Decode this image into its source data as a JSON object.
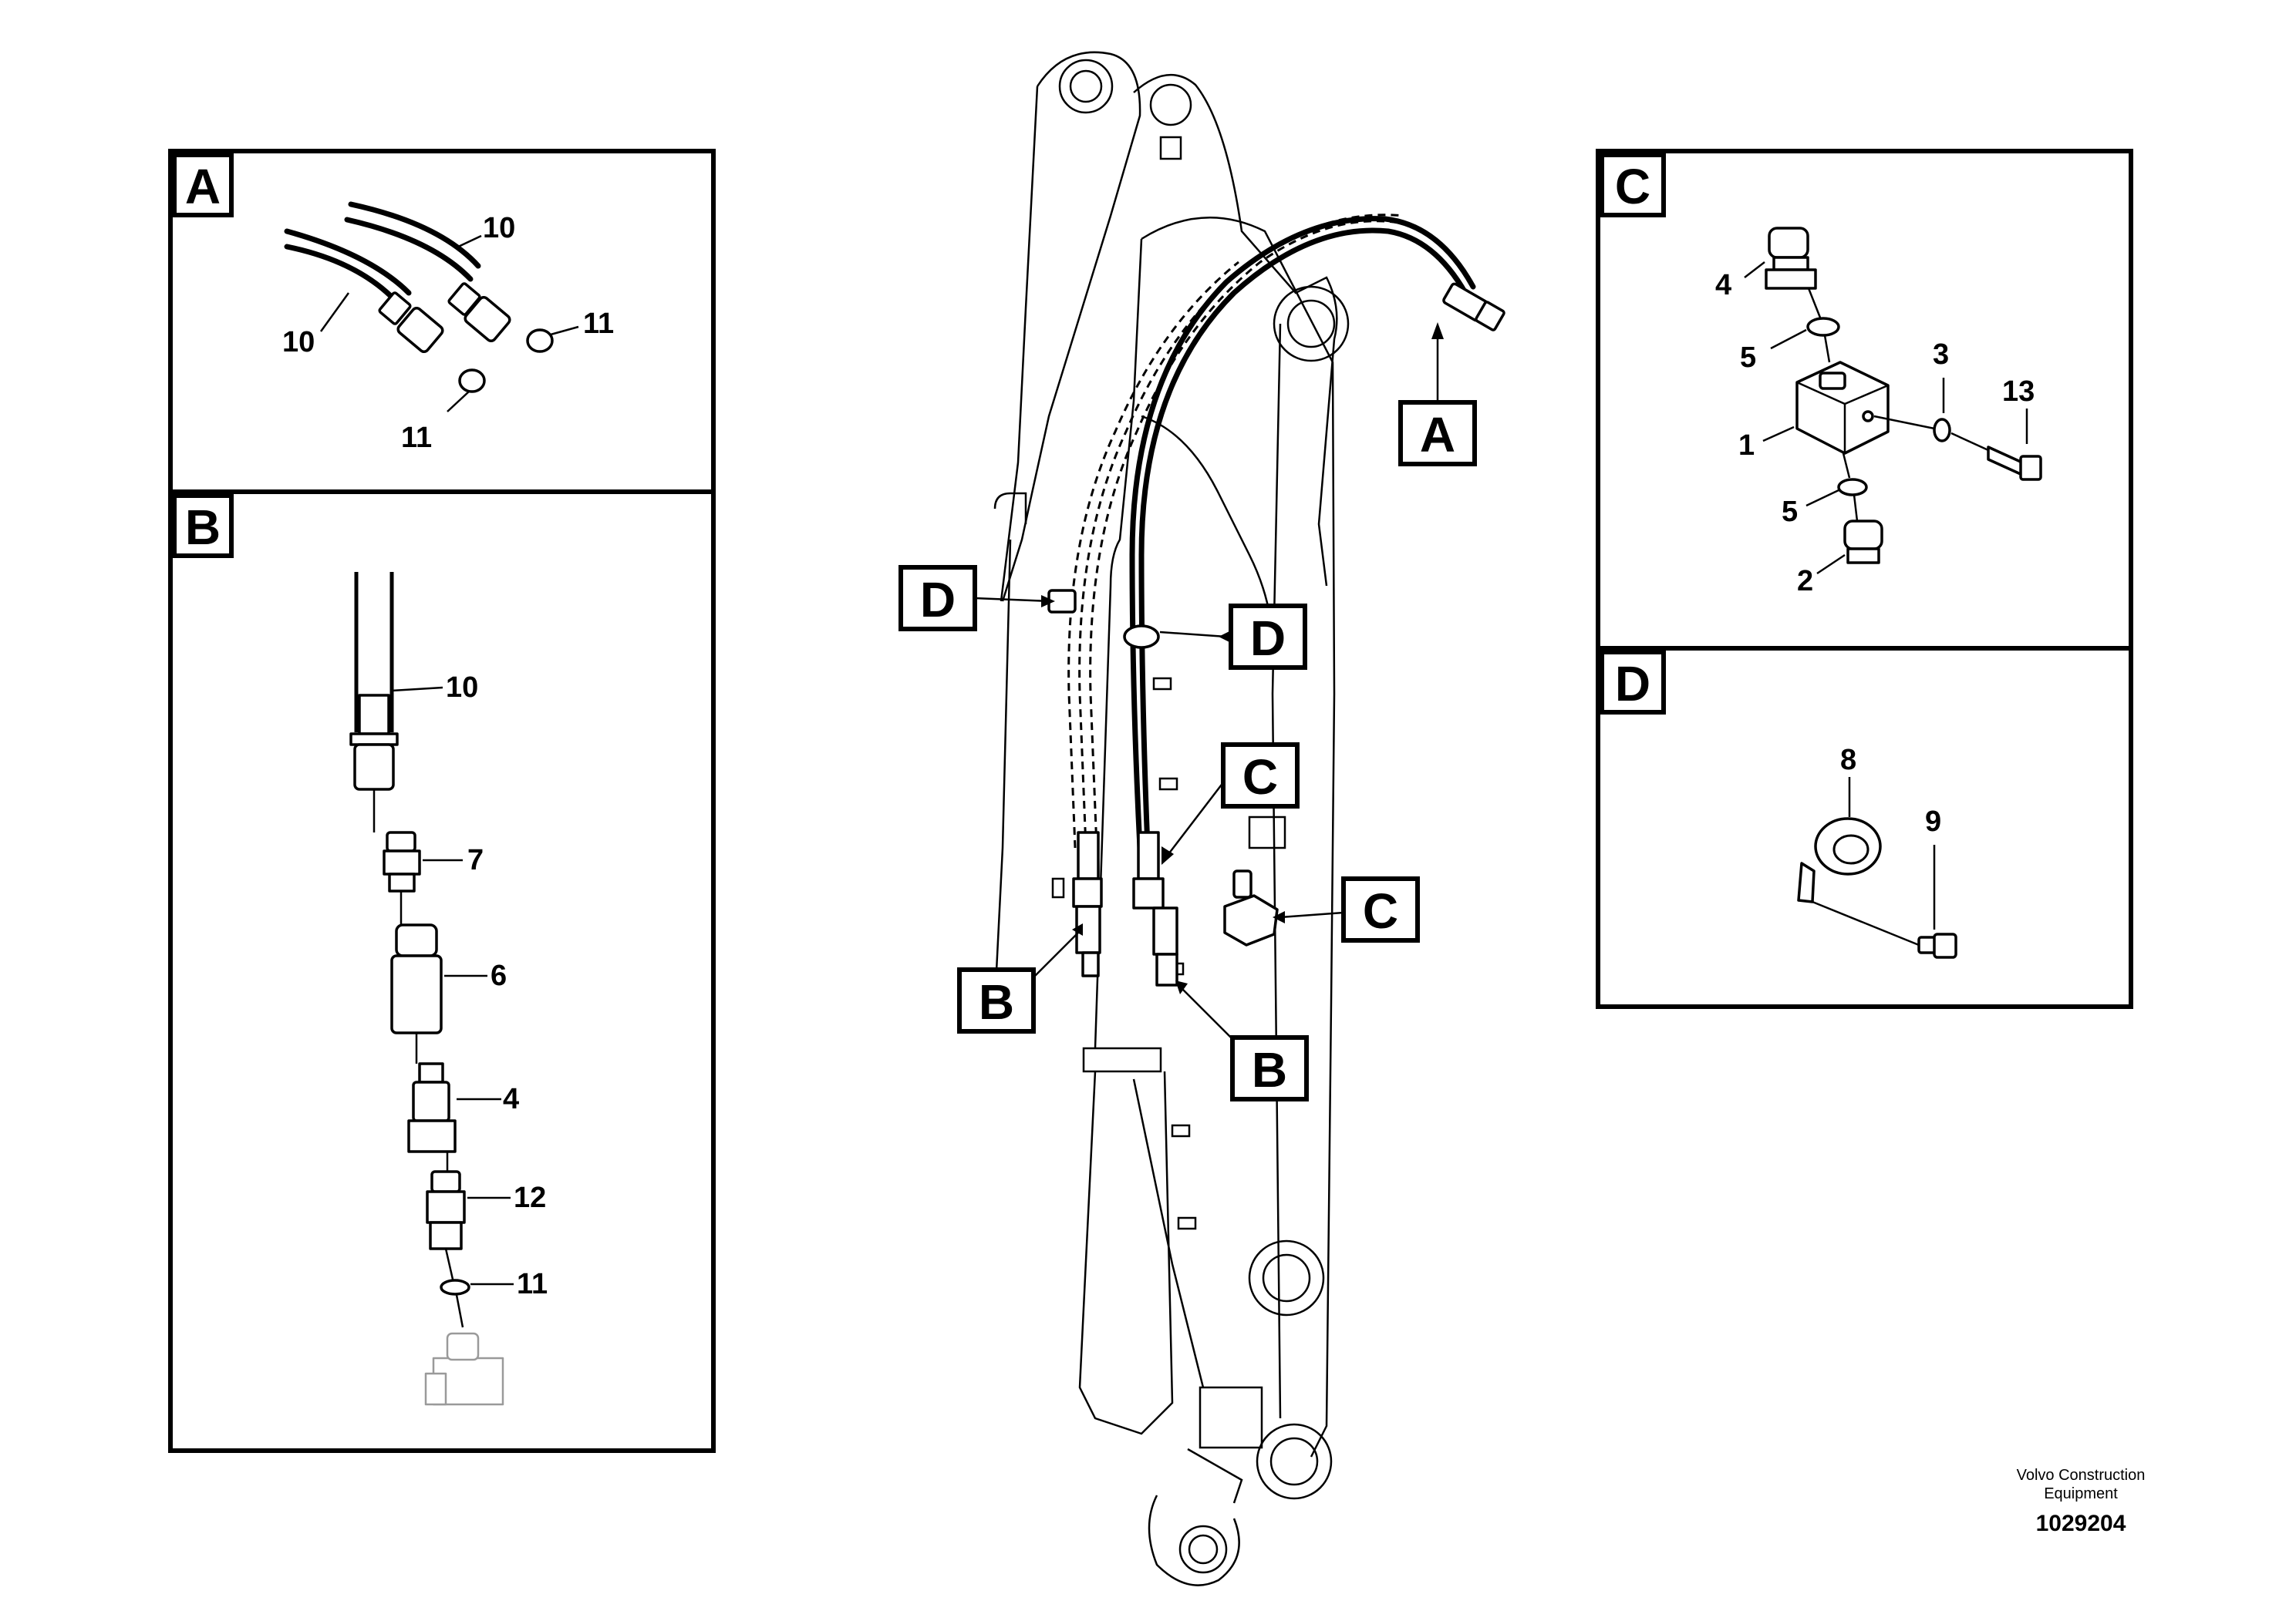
{
  "detail_views": {
    "A": {
      "tag": "A",
      "callouts": [
        "10",
        "10",
        "11",
        "11"
      ]
    },
    "B": {
      "tag": "B",
      "callouts": [
        "10",
        "7",
        "6",
        "4",
        "12",
        "11"
      ]
    },
    "C": {
      "tag": "C",
      "callouts": [
        "4",
        "5",
        "3",
        "13",
        "1",
        "5",
        "2"
      ]
    },
    "D": {
      "tag": "D",
      "callouts": [
        "8",
        "9"
      ]
    }
  },
  "main_view": {
    "refs": [
      "A",
      "D",
      "D",
      "C",
      "C",
      "B",
      "B"
    ]
  },
  "footer": {
    "company_line1": "Volvo Construction",
    "company_line2": "Equipment",
    "drawing_number": "1029204"
  }
}
